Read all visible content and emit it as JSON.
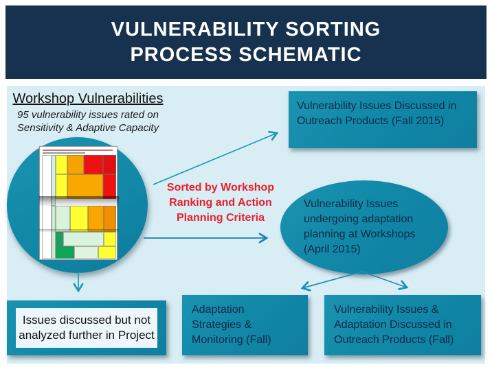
{
  "title": {
    "lines": [
      "VULNERABILITY SORTING",
      "PROCESS SCHEMATIC"
    ]
  },
  "workshop": {
    "heading": "Workshop Vulnerabilities",
    "sub_lines": [
      "95 vulnerability issues rated on",
      "Sensitivity & Adaptive Capacity"
    ]
  },
  "sort_label": {
    "lines": [
      "Sorted by Workshop",
      "Ranking and Action",
      "Planning Criteria"
    ]
  },
  "nodes": {
    "outreach_2015": {
      "label": "Vulnerability Issues Discussed in Outreach Products (Fall 2015)"
    },
    "adaptation_planning": {
      "label": "Vulnerability Issues undergoing adaptation planning at Workshops (April 2015)"
    },
    "not_analyzed": {
      "label": "Issues discussed but not analyzed further in Project"
    },
    "strategies": {
      "label": "Adaptation Strategies & Monitoring (Fall)"
    },
    "outreach_fall": {
      "label": "Vulnerability Issues & Adaptation Discussed in Outreach Products (Fall)"
    }
  },
  "colors": {
    "header_bg": "#16324F",
    "panel_bg": "#D9EDF5",
    "shape_teal": "#1186A6",
    "shape_text": "#0D2845",
    "red_text": "#E8202D",
    "arrow_teal": "#1A9DAD",
    "arrow_blue": "#1F7FAF",
    "arrow_mid": "#1C8FB5",
    "table_palette": [
      "#EE1111",
      "#F5A300",
      "#FFFF33",
      "#D9F3DC",
      "#18A060",
      "#D6EFE9"
    ]
  }
}
